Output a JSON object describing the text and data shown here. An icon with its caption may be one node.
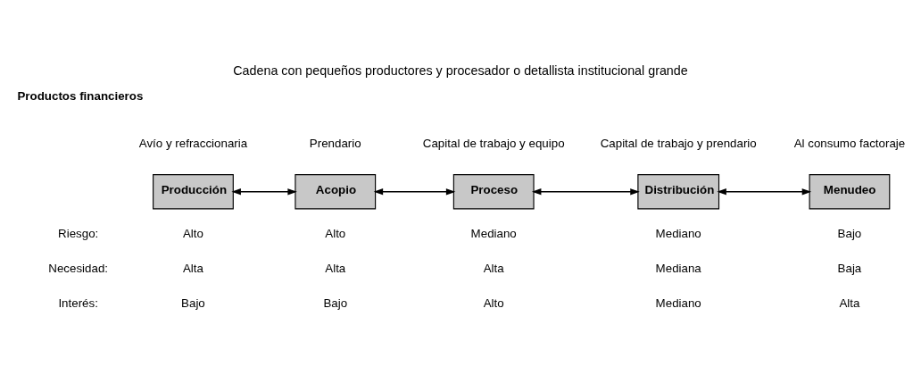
{
  "diagram": {
    "title": "Cadena con pequeños productores y procesador o detallista institucional grande",
    "nodes": [
      {
        "text": [
          "Producción"
        ],
        "beside": [
          "Avío y refraccionaria"
        ]
      },
      {
        "text": [
          "Acopio"
        ],
        "beside": [
          "Prendario"
        ]
      },
      {
        "text": [
          "Proceso"
        ],
        "beside": [
          "Capital de trabajo y equipo"
        ]
      },
      {
        "text": [
          "Distribución"
        ],
        "beside": [
          "Capital de trabajo y prendario"
        ]
      },
      {
        "text": [
          "Menudeo"
        ],
        "beside": [
          "Al consumo factoraje"
        ]
      }
    ],
    "edges": [
      {
        "from": 0,
        "to": 1,
        "arrow": "both"
      },
      {
        "from": 1,
        "to": 2,
        "arrow": "both"
      },
      {
        "from": 2,
        "to": 3,
        "arrow": "both"
      },
      {
        "from": 3,
        "to": 4,
        "arrow": "both"
      }
    ],
    "labels": [
      "Productos financieros",
      "Riesgo:",
      "Alto",
      "Alto",
      "Mediano",
      "Mediano",
      "Bajo",
      "Necesidad:",
      "Alta",
      "Alta",
      "Alta",
      "Mediana",
      "Baja",
      "Interés:",
      "Bajo",
      "Bajo",
      "Alto",
      "Mediano",
      "Alta"
    ]
  }
}
